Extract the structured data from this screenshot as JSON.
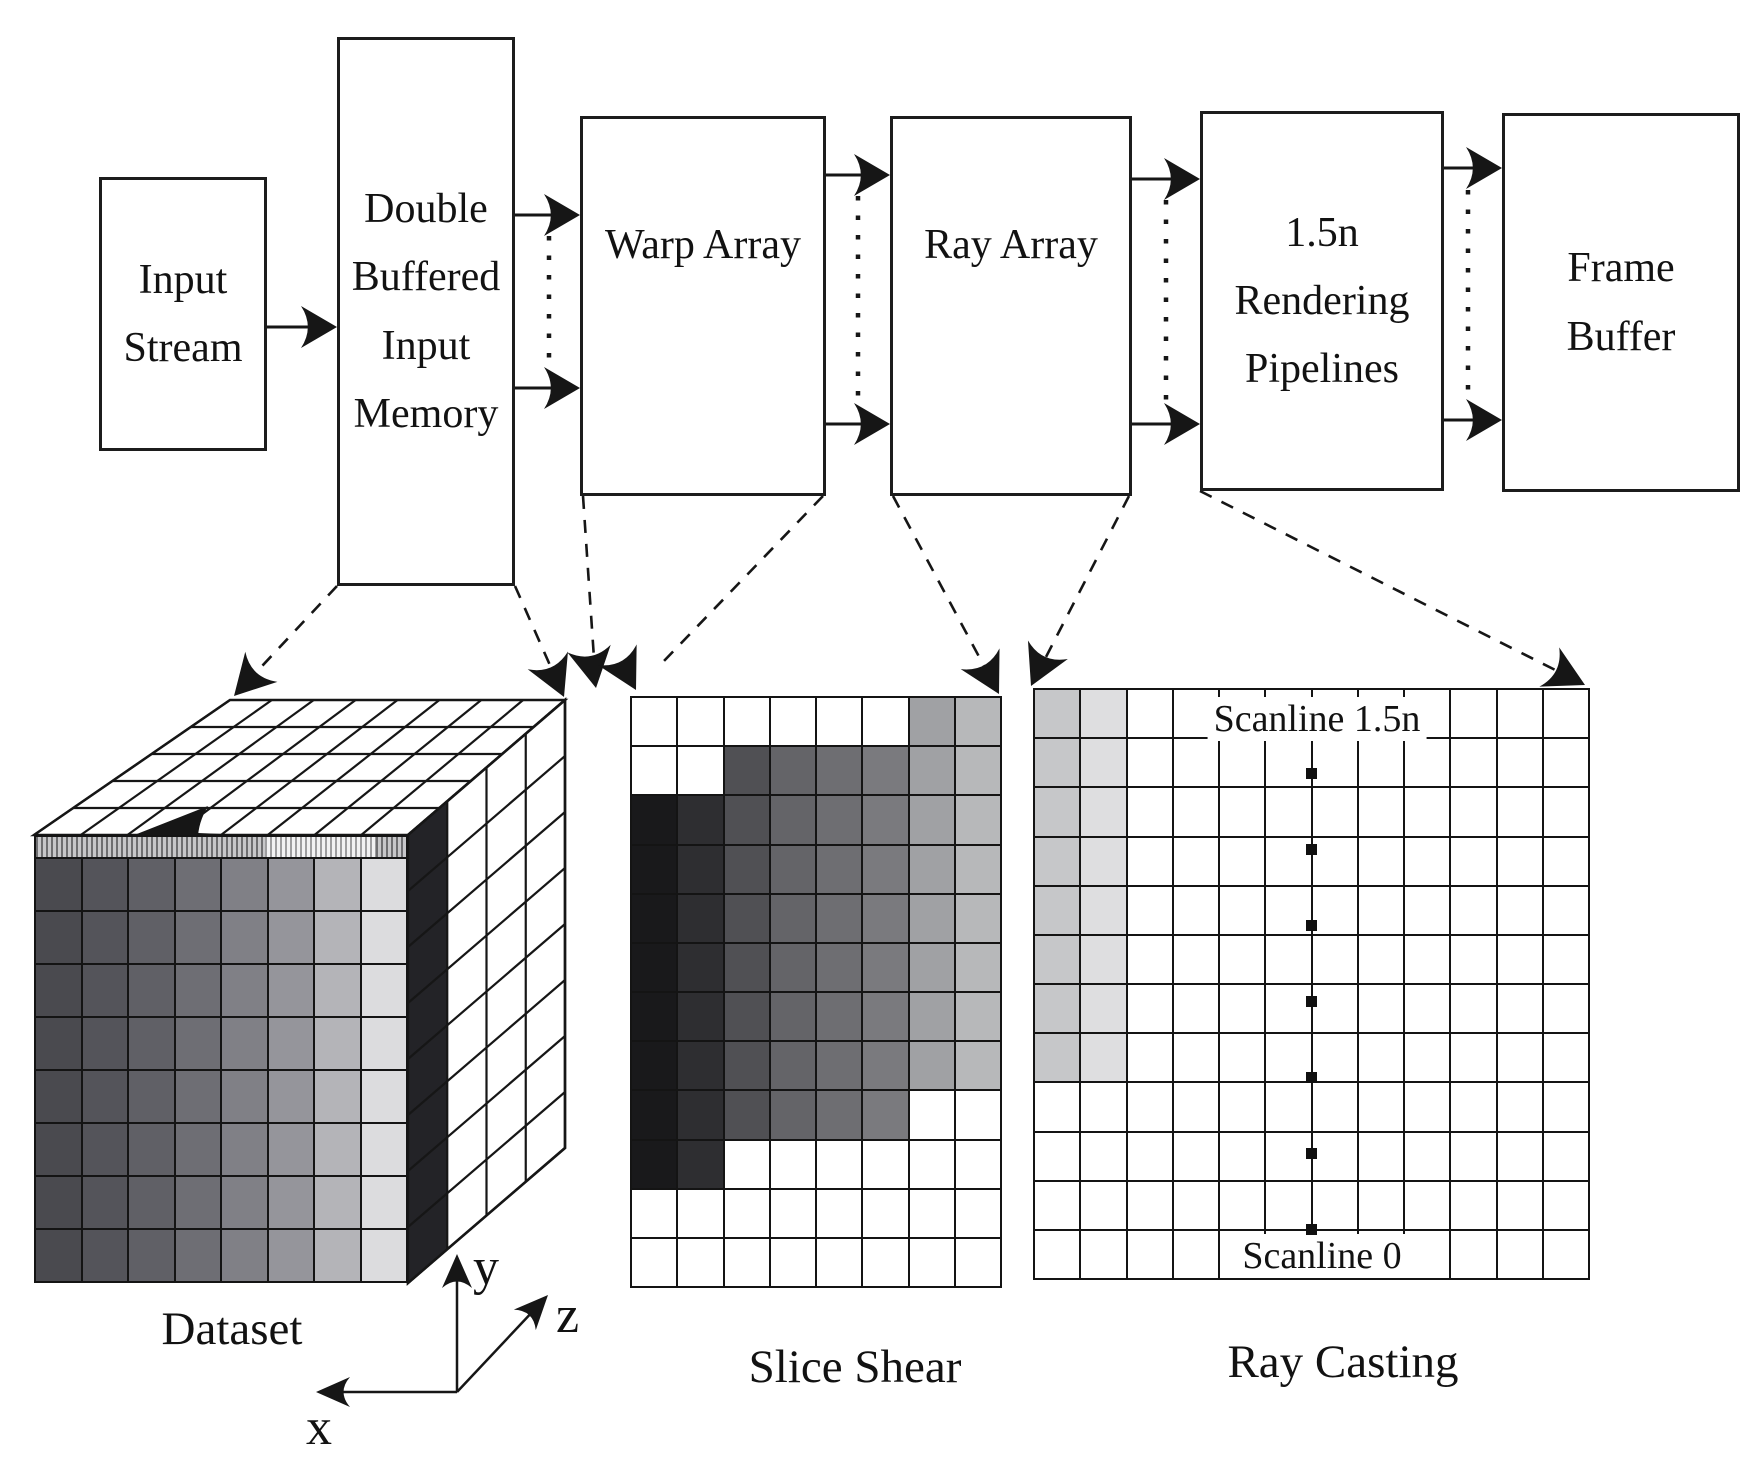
{
  "pipeline": {
    "boxes": [
      {
        "id": "input-stream",
        "label": "Input\nStream"
      },
      {
        "id": "double-buffered-input-memory",
        "label": "Double\nBuffered\nInput\nMemory"
      },
      {
        "id": "warp-array",
        "label": "Warp Array"
      },
      {
        "id": "ray-array",
        "label": "Ray Array"
      },
      {
        "id": "rendering-pipelines",
        "label": "1.5n\nRendering\nPipelines"
      },
      {
        "id": "frame-buffer",
        "label": "Frame\nBuffer"
      }
    ]
  },
  "figures": {
    "dataset": {
      "caption": "Dataset",
      "axis_x_label": "x",
      "axis_y_label": "y",
      "axis_z_label": "z",
      "front_columns": [
        "#4a4a4f",
        "#54545a",
        "#606066",
        "#6e6e74",
        "#808086",
        "#95959b",
        "#b4b4b8",
        "#dcdcde"
      ],
      "right_face_dark_color": "#232327"
    },
    "slice_shear": {
      "caption": "Slice Shear",
      "palette": {
        ".": "#ffffff",
        "1": "#19191b",
        "2": "#2e2e31",
        "3": "#505054",
        "4": "#646468",
        "5": "#6e6e72",
        "6": "#7a7a7e",
        "7": "#a0a1a4",
        "8": "#b7b8ba"
      },
      "pattern": [
        "......78",
        "..345678",
        "12345678",
        "12345678",
        "12345678",
        "12345678",
        "12345678",
        "12345678",
        "123456..",
        "12......",
        "........",
        "........"
      ]
    },
    "ray_casting": {
      "caption": "Ray Casting",
      "scanline_top_label": "Scanline 1.5n",
      "scanline_bottom_label": "Scanline 0",
      "palette": {
        ".": "#ffffff",
        "a": "#c6c7c9",
        "b": "#dedee0"
      },
      "pattern": [
        "ab..........",
        "ab..........",
        "ab..........",
        "ab..........",
        "ab..........",
        "ab..........",
        "ab..........",
        "ab..........",
        "............",
        "............",
        "............",
        "............"
      ]
    }
  },
  "colors": {
    "ink": "#161616"
  }
}
